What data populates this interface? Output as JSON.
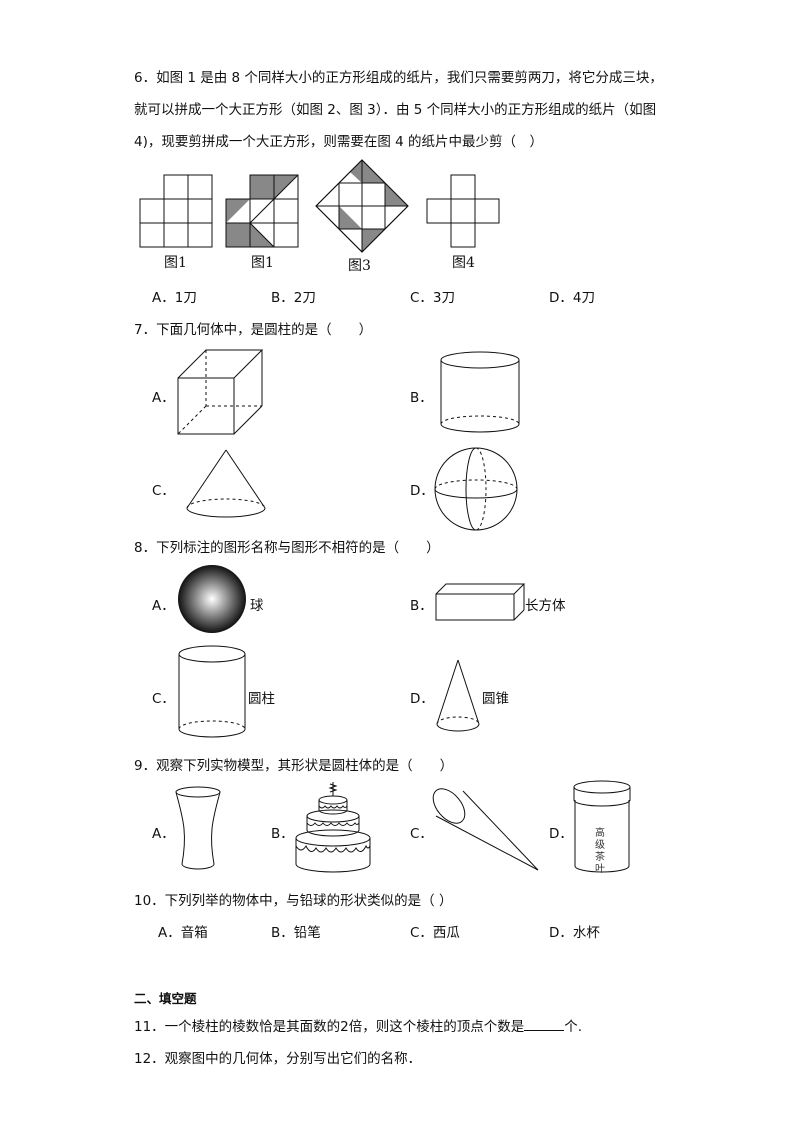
{
  "q6": {
    "line1": "6．如图 1 是由 8 个同样大小的正方形组成的纸片，我们只需要剪两刀，将它分成三块，",
    "line2": "就可以拼成一个大正方形（如图 2、图 3）．由 5 个同样大小的正方形组成的纸片（如图",
    "line3": "4)，现要剪拼成一个大正方形，则需要在图 4 的纸片中最少剪（　）",
    "captions": [
      "图1",
      "图1",
      "图3",
      "图4"
    ],
    "options": [
      "A．1刀",
      "B．2刀",
      "C．3刀",
      "D．4刀"
    ]
  },
  "q7": {
    "stem": "7．下面几何体中，是圆柱的是（　　）",
    "labels": [
      "A．",
      "B．",
      "C．",
      "D．"
    ]
  },
  "q8": {
    "stem": "8．下列标注的图形名称与图形不相符的是（　　）",
    "labels": [
      "A．",
      "B．",
      "C．",
      "D．"
    ],
    "names": [
      "球",
      "长方体",
      "圆柱",
      "圆锥"
    ]
  },
  "q9": {
    "stem": "9．观察下列实物模型，其形状是圆柱体的是（　　）",
    "labels": [
      "A．",
      "B．",
      "C．",
      "D．"
    ],
    "jar_text": [
      "高",
      "级",
      "茶",
      "叶"
    ]
  },
  "q10": {
    "stem": "10．下列列举的物体中，与铅球的形状类似的是（ ）",
    "options": [
      "A．音箱",
      "B．铅笔",
      "C．西瓜",
      "D．水杯"
    ]
  },
  "section2": {
    "title": "二、填空题"
  },
  "q11": {
    "text_before": "11．一个棱柱的棱数恰是其面数的2倍，则这个棱柱的顶点个数是",
    "text_after": "个."
  },
  "q12": {
    "stem": "12．观察图中的几何体，分别写出它们的名称．"
  }
}
